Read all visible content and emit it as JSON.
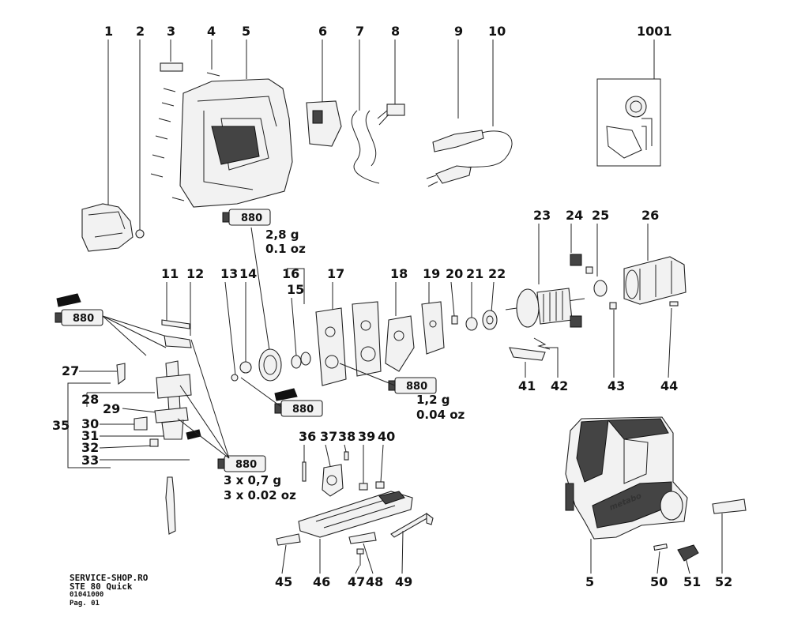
{
  "parts": {
    "p1": "1",
    "p2": "2",
    "p3": "3",
    "p4": "4",
    "p5": "5",
    "p6": "6",
    "p7": "7",
    "p8": "8",
    "p9": "9",
    "p10": "10",
    "p1001": "1001",
    "p11": "11",
    "p12": "12",
    "p13": "13",
    "p14": "14",
    "p15": "15",
    "p16": "16",
    "p17": "17",
    "p18": "18",
    "p19": "19",
    "p20": "20",
    "p21": "21",
    "p22": "22",
    "p23": "23",
    "p24": "24",
    "p25": "25",
    "p26": "26",
    "p27": "27",
    "p28": "28",
    "p29": "29",
    "p30": "30",
    "p31": "31",
    "p32": "32",
    "p33": "33",
    "p35": "35",
    "p36": "36",
    "p37": "37",
    "p38": "38",
    "p39": "39",
    "p40": "40",
    "p41": "41",
    "p42": "42",
    "p43": "43",
    "p44": "44",
    "p45": "45",
    "p46": "46",
    "p47": "47",
    "p48": "48",
    "p49": "49",
    "p5b": "5",
    "p50": "50",
    "p51": "51",
    "p52": "52"
  },
  "grease": {
    "code": "880",
    "amount_a_g": "2,8 g",
    "amount_a_oz": "0.1 oz",
    "amount_b_g": "1,2 g",
    "amount_b_oz": "0.04 oz",
    "amount_c_g": "3 x 0,7 g",
    "amount_c_oz": "3 x 0.02 oz"
  },
  "brand_label": "metabo",
  "footer": {
    "site": "SERVICE-SHOP.RO",
    "model": "STE 80 Quick",
    "code": "01041000",
    "page": "Pag. 01"
  }
}
